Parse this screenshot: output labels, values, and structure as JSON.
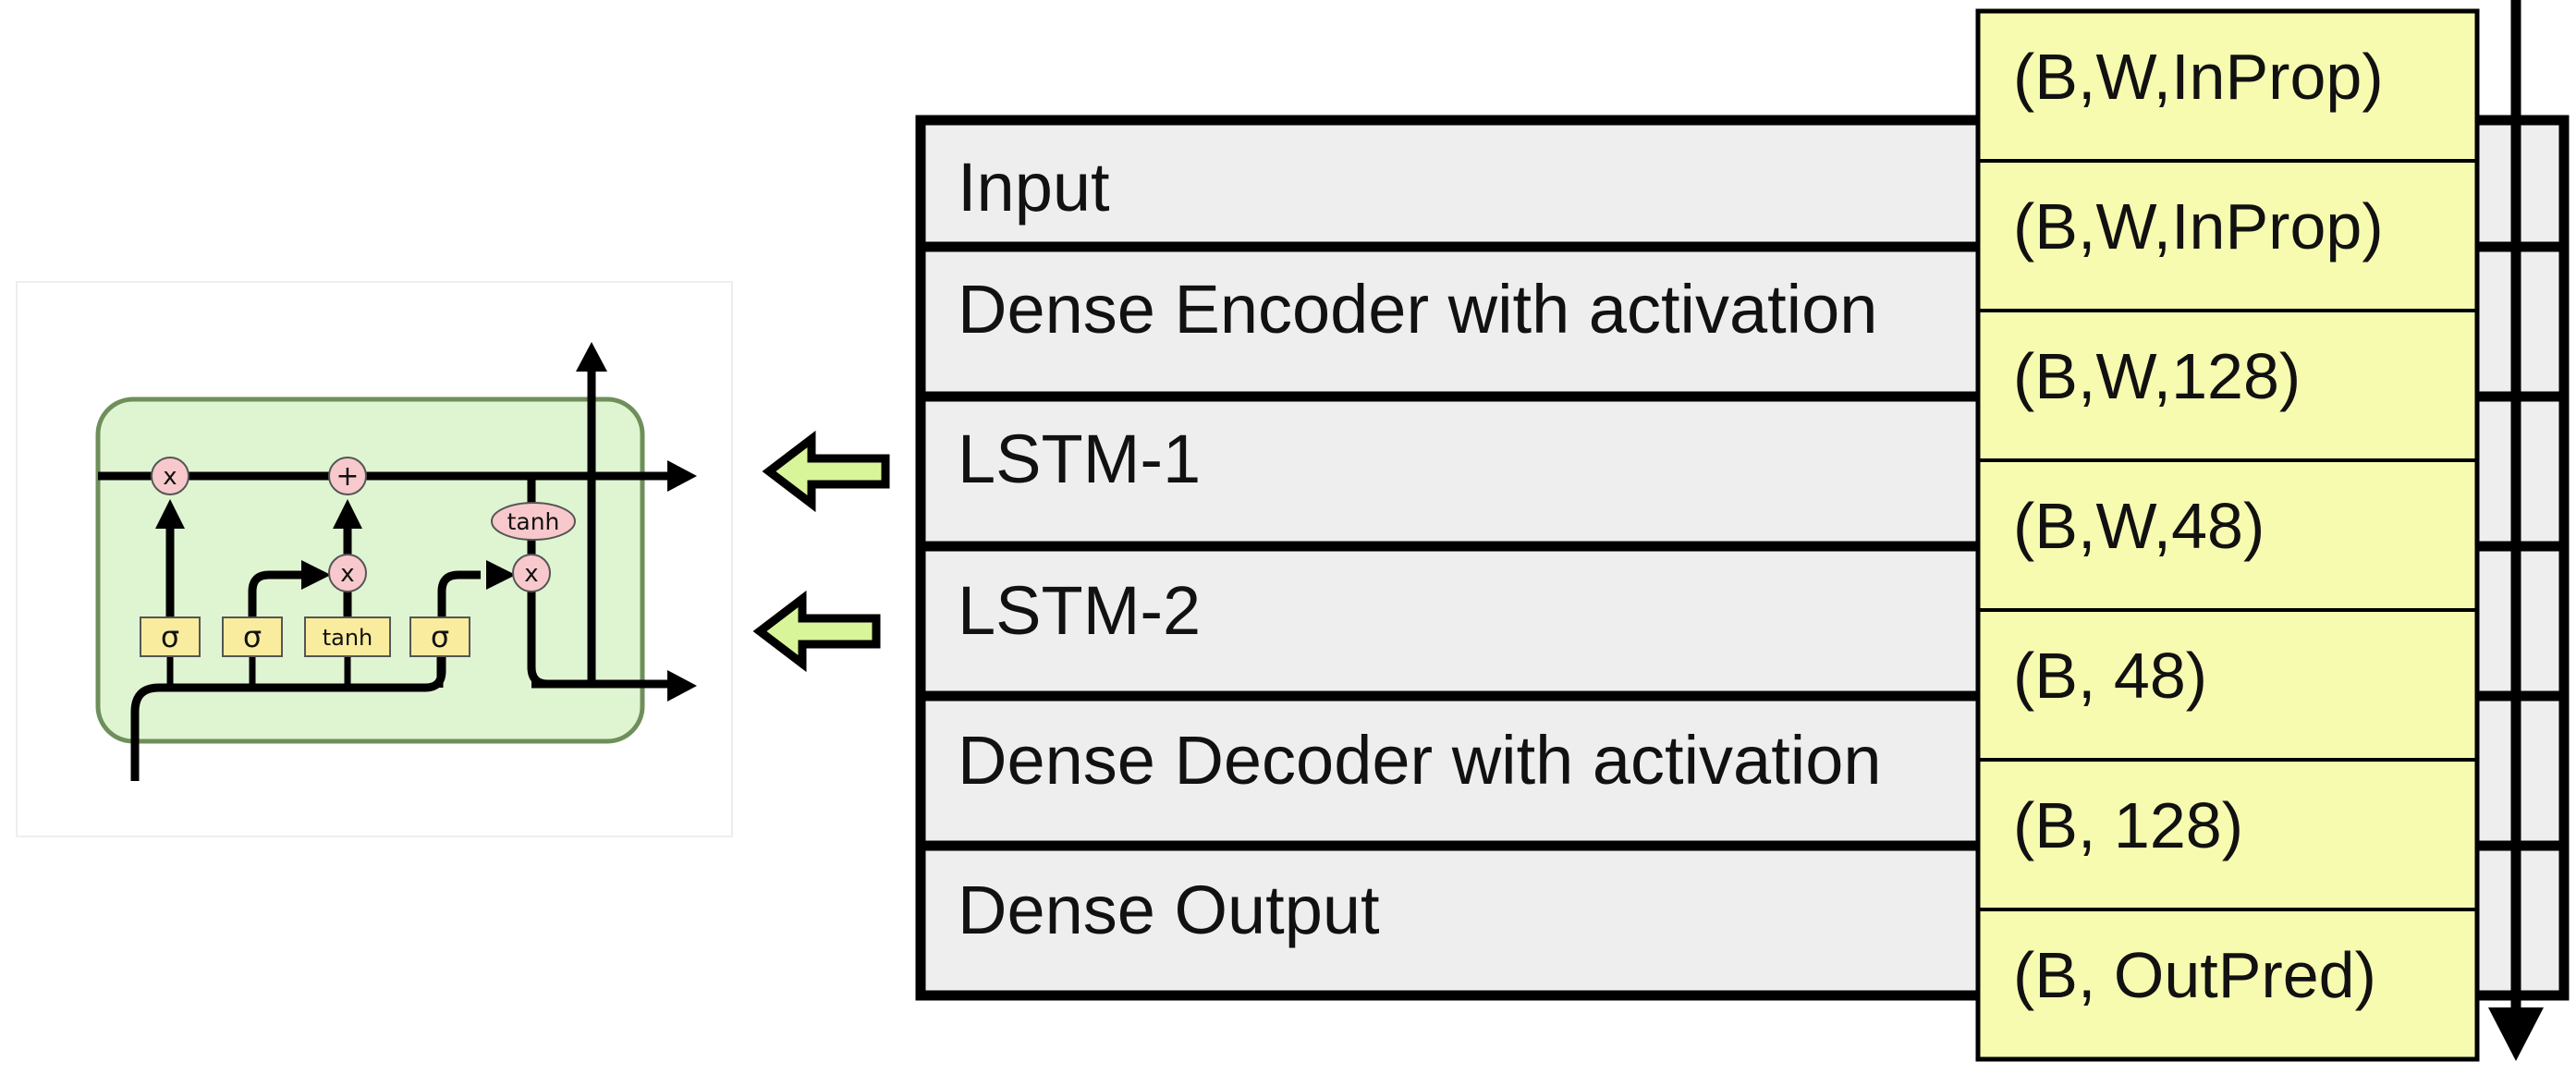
{
  "layers": [
    {
      "label": "Input"
    },
    {
      "label": "Dense Encoder with activation"
    },
    {
      "label": "LSTM-1"
    },
    {
      "label": "LSTM-2"
    },
    {
      "label": "Dense Decoder with activation"
    },
    {
      "label": "Dense Output"
    }
  ],
  "shapes": [
    {
      "label": "(B,W,InProp)"
    },
    {
      "label": "(B,W,InProp)"
    },
    {
      "label": "(B,W,128)"
    },
    {
      "label": "(B,W,48)"
    },
    {
      "label": "(B, 48)"
    },
    {
      "label": "(B, 128)"
    },
    {
      "label": "(B, OutPred)"
    }
  ],
  "lstm_cell": {
    "gates": [
      {
        "label": "σ"
      },
      {
        "label": "σ"
      },
      {
        "label": "tanh"
      },
      {
        "label": "σ"
      }
    ],
    "ops": {
      "forget_multiply": "x",
      "add": "+",
      "input_multiply": "x",
      "output_multiply": "x",
      "tanh": "tanh"
    }
  },
  "colors": {
    "layer_fill": "#eeeeee",
    "shape_fill": "#f7fbb0",
    "cell_fill": "#dff5d2",
    "cell_stroke": "#6f8f5a",
    "gate_fill": "#f9ec9e",
    "op_fill": "#f8c9cc",
    "arrow_fill": "#d9f59a"
  }
}
